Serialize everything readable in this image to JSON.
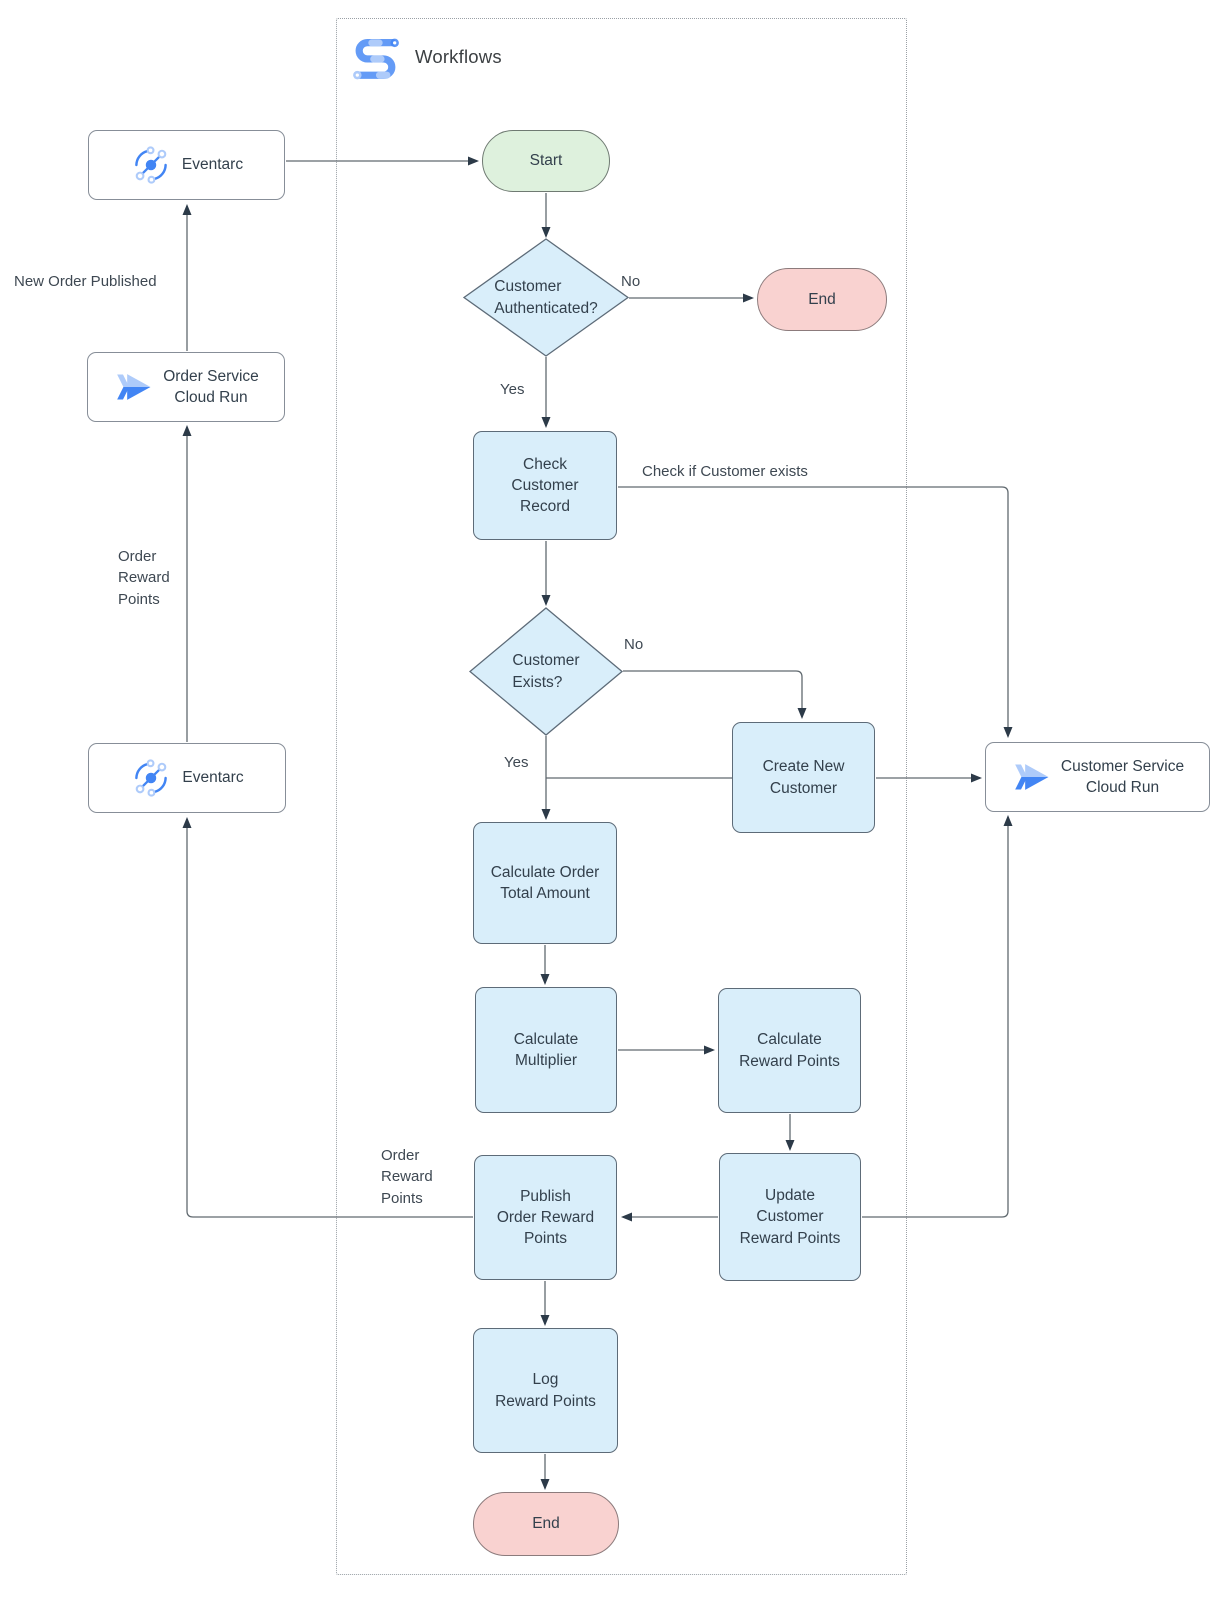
{
  "workflow": {
    "title": "Workflows"
  },
  "external": {
    "eventarc_top": "Eventarc",
    "order_service_cloud_run": "Order Service\nCloud Run",
    "eventarc_bottom": "Eventarc",
    "customer_service_cloud_run": "Customer Service\nCloud Run"
  },
  "steps": {
    "start": "Start",
    "customer_authenticated": "Customer\nAuthenticated?",
    "end_top": "End",
    "check_customer_record": "Check\nCustomer\nRecord",
    "customer_exists": "Customer\nExists?",
    "create_new_customer": "Create New\nCustomer",
    "calculate_order_total": "Calculate Order\nTotal Amount",
    "calculate_multiplier": "Calculate\nMultiplier",
    "calculate_reward_points": "Calculate\nReward Points",
    "update_customer_reward_points": "Update\nCustomer\nReward Points",
    "publish_order_reward_points": "Publish\nOrder Reward\nPoints",
    "log_reward_points": "Log\nReward Points",
    "end_bottom": "End"
  },
  "edge_labels": {
    "no_top": "No",
    "yes_top": "Yes",
    "check_if_customer_exists": "Check if Customer exists",
    "no_exists": "No",
    "yes_exists": "Yes",
    "new_order_published": "New Order Published",
    "order_reward_points_left": "Order\nReward\nPoints",
    "order_reward_points_mid": "Order\nReward\nPoints"
  },
  "colors": {
    "canvas_bg": "#ffffff",
    "frame_border": "#9aa0a6",
    "process_fill": "#d9eefa",
    "process_border": "#5d6b78",
    "start_fill": "#def1dd",
    "start_border": "#6f7a72",
    "end_fill": "#f9d2d0",
    "end_border": "#8c7b7c",
    "external_fill": "#ffffff",
    "external_border": "#878e98",
    "connector": "#60696f",
    "arrowhead": "#2c3a48",
    "node_text": "#33404c",
    "label_text": "#3e4852",
    "title_text": "#3c4043",
    "icon_blue": "#4285f4",
    "icon_light": "#aecbfa"
  }
}
